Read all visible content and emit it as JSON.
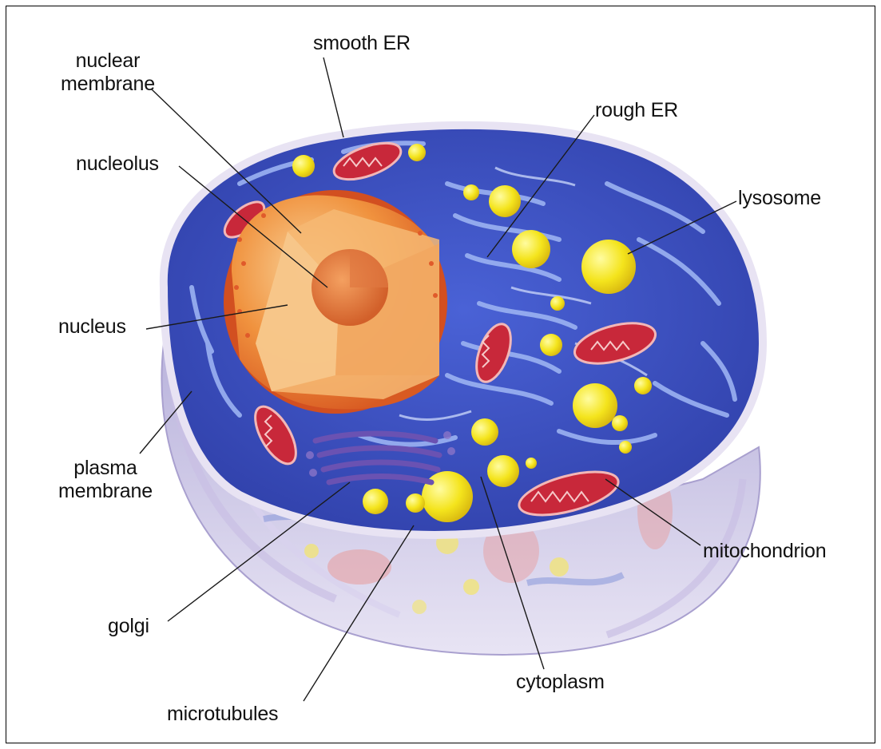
{
  "labels": {
    "smooth_er": "smooth ER",
    "nuclear_membrane": "nuclear\nmembrane",
    "rough_er": "rough ER",
    "nucleolus": "nucleolus",
    "lysosome": "lysosome",
    "nucleus": "nucleus",
    "plasma_membrane": "plasma\nmembrane",
    "mitochondrion": "mitochondrion",
    "golgi": "golgi",
    "cytoplasm": "cytoplasm",
    "microtubules": "microtubules"
  },
  "colors": {
    "cytoplasm_blue": "#3a4fc0",
    "er_light_blue": "#8ea8f0",
    "nucleus_orange": "#f08a3a",
    "nucleus_light": "#f7c07a",
    "mitochondrion_red": "#c8283a",
    "lysosome_yellow": "#f2e21a",
    "golgi_purple": "#5a3f9a",
    "membrane_lavender": "#cfc4e6"
  }
}
